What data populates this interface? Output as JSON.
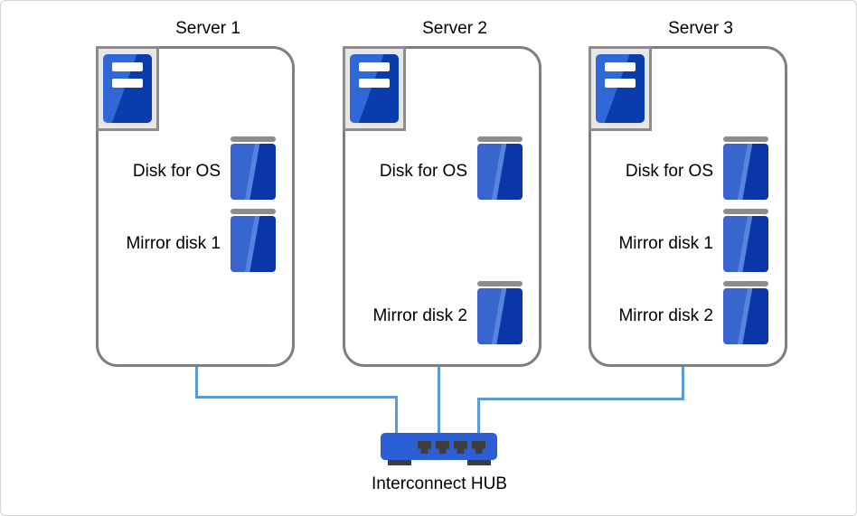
{
  "diagram": {
    "servers": [
      {
        "title": "Server 1",
        "disks": [
          {
            "label": "Disk for OS"
          },
          {
            "label": "Mirror disk 1"
          }
        ]
      },
      {
        "title": "Server 2",
        "disks": [
          {
            "label": "Disk for OS"
          },
          {
            "label": "Mirror disk 2"
          }
        ]
      },
      {
        "title": "Server 3",
        "disks": [
          {
            "label": "Disk for OS"
          },
          {
            "label": "Mirror disk 1"
          },
          {
            "label": "Mirror disk 2"
          }
        ]
      }
    ],
    "hub": {
      "label": "Interconnect HUB"
    },
    "colors": {
      "box_border": "#7f7f7f",
      "connector_line": "#5b9bd5",
      "disk_blue_light": "#3865ce",
      "disk_blue_highlight": "#5584e0",
      "disk_blue_dark": "#0c35a8",
      "disk_cap_gray": "#8c8c8c",
      "server_icon_frame": "#e6e6e6",
      "hub_blue": "#2c5fd6",
      "hub_port_dark": "#3d3d3d",
      "text": "#000000"
    }
  }
}
